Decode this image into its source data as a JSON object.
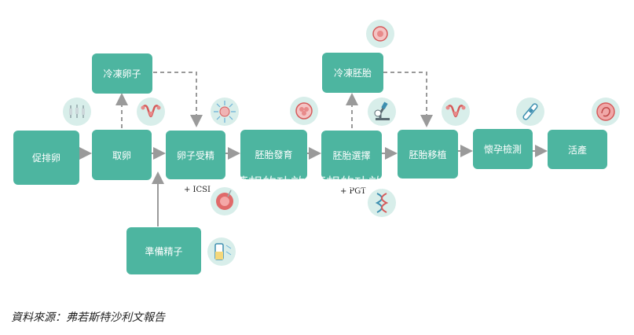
{
  "colors": {
    "box": "#4db5a0",
    "arrow": "#9a9a9a",
    "icon_bg": "#d8eeea",
    "accent": "#d65a5a"
  },
  "steps": {
    "promote_ovulation": "促排卵",
    "egg_retrieval": "取卵",
    "fertilization": "卵子受精",
    "embryo_development": "胚胎發育",
    "embryo_selection": "胚胎選擇",
    "embryo_transfer": "胚胎移植",
    "pregnancy_test": "懷孕檢測",
    "birth": "活產",
    "freeze_eggs": "冷凍卵子",
    "freeze_embryo": "冷凍胚胎",
    "prepare_sperm": "準備精子"
  },
  "notes": {
    "icsi": "+ ICSI",
    "pgt": "+ PGT"
  },
  "watermark": [
    "菜想的功效",
    "菜想的功效"
  ],
  "source": "資料來源：弗若斯特沙利文報告",
  "icons": [
    "injection-icon",
    "uterus-icon",
    "sperm-egg-icon",
    "cell-icon",
    "egg-cell-icon",
    "microscope-icon",
    "uterus-icon",
    "pregnancy-test-icon",
    "fetus-icon",
    "ovum-icon",
    "dna-icon",
    "sperm-tube-icon"
  ]
}
